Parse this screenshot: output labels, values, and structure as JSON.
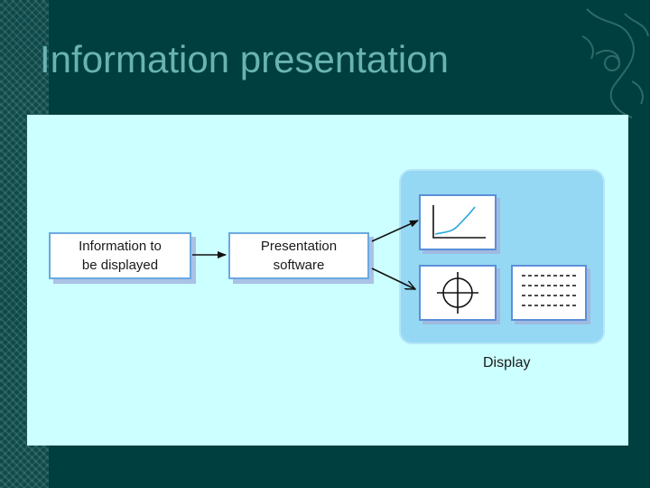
{
  "slide": {
    "title": "Information presentation"
  },
  "diagram": {
    "input_box": "Information to\nbe displayed",
    "software_box": "Presentation\nsoftware",
    "display_label": "Display"
  },
  "colors": {
    "background": "#003f3f",
    "title": "#69b3b3",
    "panel": "#ccffff",
    "box_border": "#6aa9e0",
    "display_group": "#95d8f3",
    "chart_line": "#2aa8e0"
  }
}
